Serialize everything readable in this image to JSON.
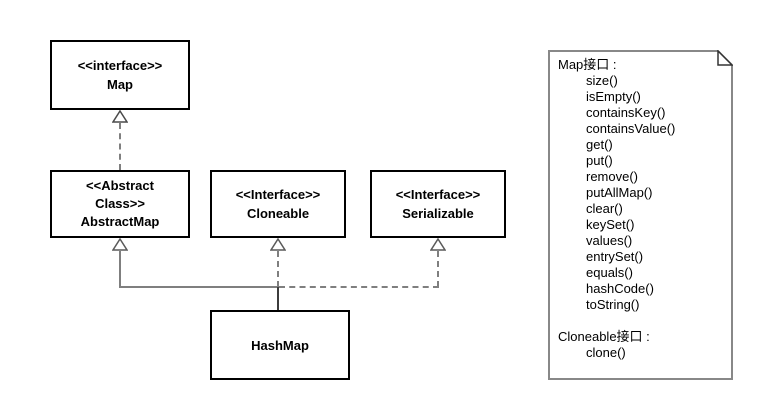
{
  "diagram": {
    "boxes": {
      "map": {
        "lines": [
          "<<interface>>",
          "Map"
        ]
      },
      "abstract_map": {
        "lines": [
          "<<Abstract",
          "Class>>",
          "AbstractMap"
        ]
      },
      "cloneable": {
        "lines": [
          "<<Interface>>",
          "Cloneable"
        ]
      },
      "serializable": {
        "lines": [
          "<<Interface>>",
          "Serializable"
        ]
      },
      "hashmap": {
        "lines": [
          "HashMap"
        ]
      }
    },
    "relations": [
      {
        "from": "AbstractMap",
        "to": "Map",
        "style": "dashed",
        "arrow": "hollow-triangle"
      },
      {
        "from": "HashMap",
        "to": "AbstractMap",
        "style": "solid",
        "arrow": "hollow-triangle"
      },
      {
        "from": "HashMap",
        "to": "Cloneable",
        "style": "dashed",
        "arrow": "hollow-triangle"
      },
      {
        "from": "HashMap",
        "to": "Serializable",
        "style": "dashed",
        "arrow": "hollow-triangle"
      }
    ]
  },
  "note": {
    "sections": [
      {
        "header": "Map接口 :",
        "items": [
          "size()",
          "isEmpty()",
          "containsKey()",
          "containsValue()",
          "get()",
          "put()",
          "remove()",
          "putAllMap()",
          "clear()",
          "keySet()",
          "values()",
          "entrySet()",
          "equals()",
          "hashCode()",
          "toString()"
        ]
      },
      {
        "header": "Cloneable接口 :",
        "items": [
          "clone()"
        ]
      }
    ]
  },
  "colors": {
    "background": "#ffffff",
    "box_border": "#000000",
    "connector": "#7f7f7f",
    "note_border": "#888888",
    "fold_stroke": "#333333"
  }
}
